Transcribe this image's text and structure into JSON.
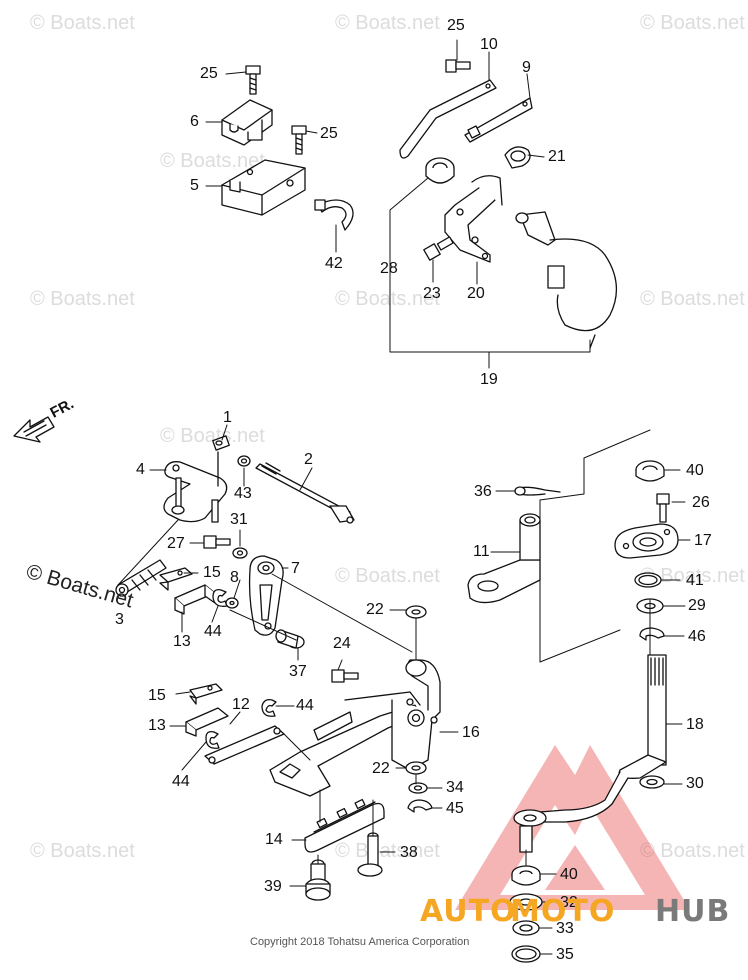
{
  "watermarks": [
    "© Boats.net",
    "© Boats.net",
    "© Boats.net",
    "© Boats.net",
    "© Boats.net",
    "© Boats.net",
    "© Boats.net",
    "© Boats.net",
    "© Boats.net",
    "© Boats.net",
    "© Boats.net",
    "© Boats.net",
    "© Boats.net"
  ],
  "watermark_strong": "© Boats.net",
  "direction_label": "FR.",
  "copyright": "Copyright 2018 Tohatsu America Corporation",
  "logo": {
    "part1": "AUTO",
    "part2": "MOTO",
    "part3": "HUB",
    "color_orange": "#f5a623",
    "color_gray": "#7a7a7a",
    "triangle_color": "#e84a4a"
  },
  "callouts": {
    "c25a": "25",
    "c10": "10",
    "c9": "9",
    "c25b": "25",
    "c6": "6",
    "c25c": "25",
    "c21": "21",
    "c5": "5",
    "c28": "28",
    "c42": "42",
    "c23": "23",
    "c20": "20",
    "c19": "19",
    "c1": "1",
    "c2": "2",
    "c4": "4",
    "c43": "43",
    "c36": "36",
    "c40a": "40",
    "c26": "26",
    "c31": "31",
    "c27": "27",
    "c11": "11",
    "c17": "17",
    "c15a": "15",
    "c7": "7",
    "c8": "8",
    "c41": "41",
    "c3": "3",
    "c29": "29",
    "c13a": "13",
    "c44a": "44",
    "c22a": "22",
    "c46": "46",
    "c37": "37",
    "c24": "24",
    "c15b": "15",
    "c12": "12",
    "c44b": "44",
    "c18": "18",
    "c13b": "13",
    "c16": "16",
    "c22b": "22",
    "c34": "34",
    "c30": "30",
    "c44c": "44",
    "c45": "45",
    "c14": "14",
    "c38": "38",
    "c40b": "40",
    "c39": "39",
    "c32": "32",
    "c33": "33",
    "c35": "35"
  }
}
